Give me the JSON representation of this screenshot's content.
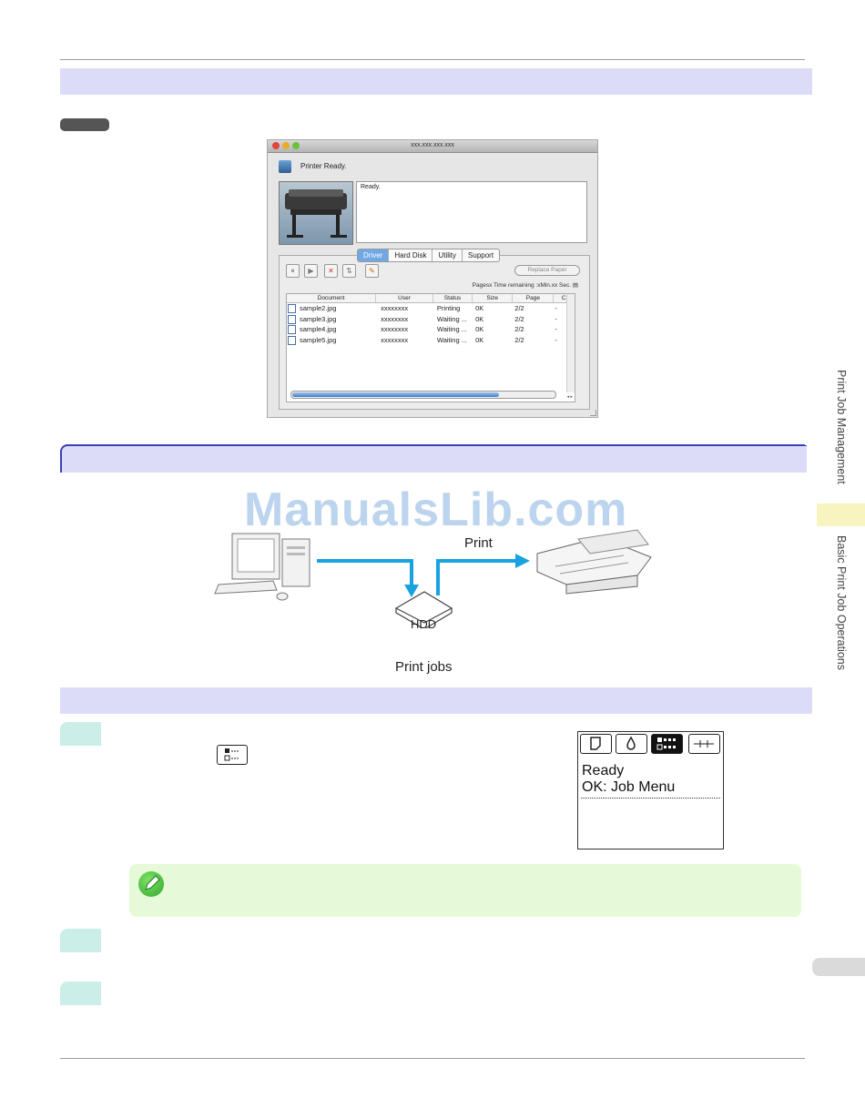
{
  "window": {
    "title": "xxx.xxx.xxx.xxx",
    "status": "Printer Ready.",
    "message": "Ready.",
    "tabs": [
      "Driver",
      "Hard Disk",
      "Utility",
      "Support"
    ],
    "replace_paper": "Replace Paper",
    "pages_info": "Pagesx Time remaining :xMin.xx Sec.",
    "columns": [
      "Document",
      "User",
      "Status",
      "Size",
      "Page",
      "C"
    ],
    "rows": [
      {
        "doc": "sample2.jpg",
        "user": "xxxxxxxx",
        "status": "Printing",
        "size": "0K",
        "page": "2/2",
        "c": "-"
      },
      {
        "doc": "sample3.jpg",
        "user": "xxxxxxxx",
        "status": "Waiting ...",
        "size": "0K",
        "page": "2/2",
        "c": "-"
      },
      {
        "doc": "sample4.jpg",
        "user": "xxxxxxxx",
        "status": "Waiting ...",
        "size": "0K",
        "page": "2/2",
        "c": "-"
      },
      {
        "doc": "sample5.jpg",
        "user": "xxxxxxxx",
        "status": "Waiting ...",
        "size": "0K",
        "page": "2/2",
        "c": "-"
      }
    ]
  },
  "watermark": "ManualsLib.com",
  "diagram": {
    "print_label": "Print",
    "hdd_label": "HDD",
    "jobs_label": "Print jobs"
  },
  "lcd": {
    "line1": "Ready",
    "line2": "OK: Job Menu"
  },
  "sidebar": {
    "top": "Print Job Management",
    "bottom": "Basic Print Job Operations"
  }
}
